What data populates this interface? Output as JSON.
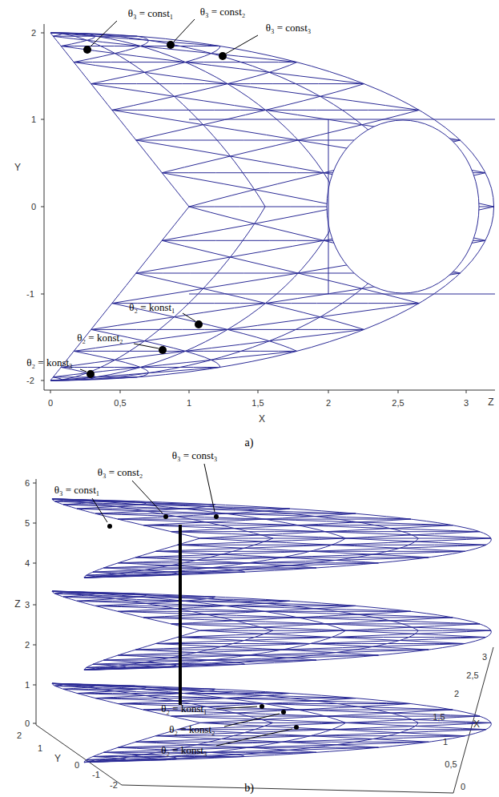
{
  "diagram": {
    "labels": [
      "θ₃ = const₁",
      "θ₃ = const₂",
      "θ₃ = const₃",
      "θ₂ = konst₁",
      "θ₂ = konst₂",
      "θ₂ = konst₃",
      "2",
      "1",
      "Y",
      "0",
      "-1",
      "-2",
      "0",
      "0,5",
      "1",
      "1,5",
      "2",
      "2,5",
      "3",
      "X",
      "Z",
      "a)",
      "θ₃ = const₁",
      "θ₃ = const₂",
      "θ₃ = const₃",
      "θ₂ = konst₁",
      "θ₂ = konst₂",
      "θ₂ = konst₃",
      "6",
      "5",
      "4",
      "Z",
      "3",
      "2",
      "1",
      "0",
      "2",
      "1",
      "Y",
      "0",
      "-1",
      "-2",
      "0",
      "0,5",
      "1",
      "1,5",
      "X",
      "2",
      "2,5",
      "3",
      "b)"
    ]
  }
}
